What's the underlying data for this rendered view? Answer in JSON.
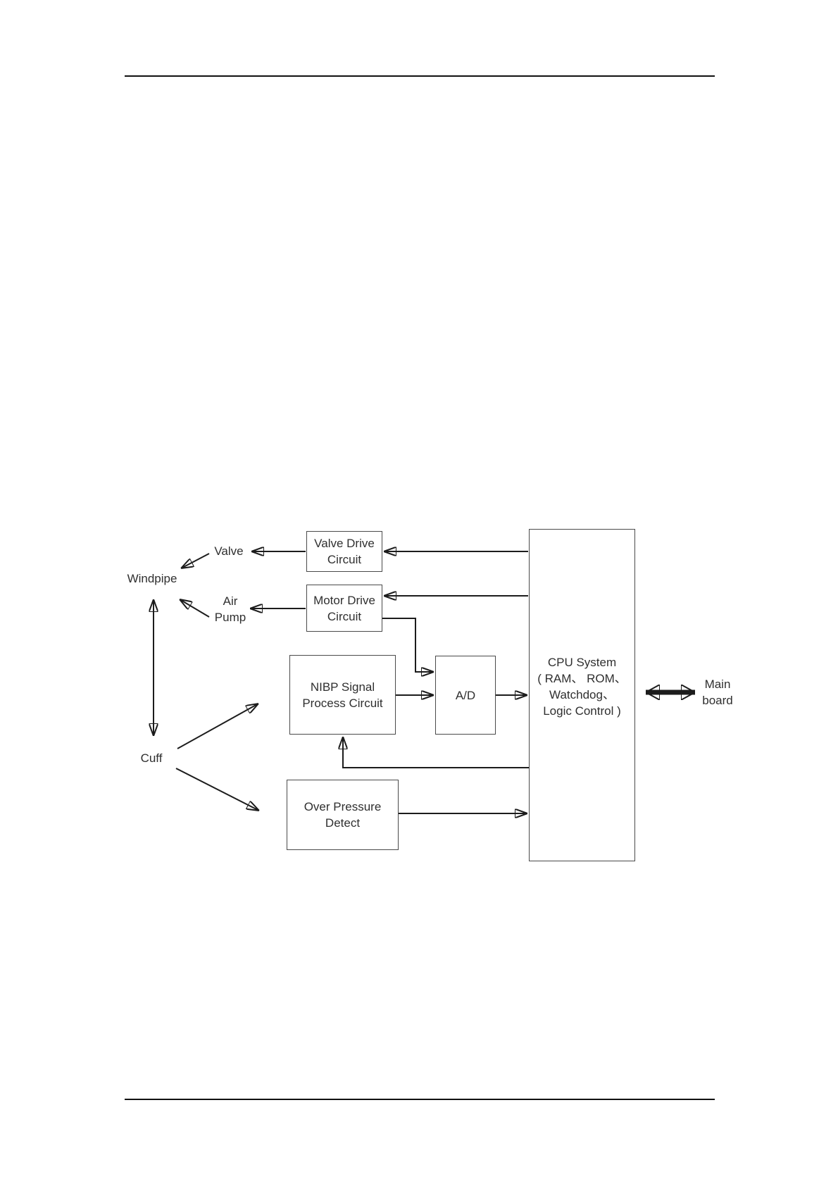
{
  "colors": {
    "ink": "#1c1c1c",
    "box_border": "#4a4a4a",
    "text": "#2f2f2f",
    "page_background": "#ffffff"
  },
  "diagram": {
    "boxes": {
      "valve_drive": {
        "line1": "Valve Drive",
        "line2": "Circuit"
      },
      "motor_drive": {
        "line1": "Motor Drive",
        "line2": "Circuit"
      },
      "nibp": {
        "line1": "NIBP Signal",
        "line2": "Process Circuit"
      },
      "ad": {
        "line1": "A/D"
      },
      "cpu": {
        "line1": "CPU System",
        "line2": "( RAM、 ROM、",
        "line3": "Watchdog、",
        "line4": "Logic Control )"
      },
      "over_pressure": {
        "line1": "Over Pressure",
        "line2": "Detect"
      }
    },
    "labels": {
      "windpipe": "Windpipe",
      "valve": "Valve",
      "air": "Air",
      "pump": "Pump",
      "cuff": "Cuff",
      "main": "Main",
      "board": "board"
    },
    "connections": [
      {
        "from": "cpu-system",
        "to": "valve-drive-circuit",
        "type": "arrow"
      },
      {
        "from": "cpu-system",
        "to": "motor-drive-circuit",
        "type": "arrow"
      },
      {
        "from": "valve-drive-circuit",
        "to": "valve",
        "type": "arrow"
      },
      {
        "from": "motor-drive-circuit",
        "to": "air-pump",
        "type": "arrow"
      },
      {
        "from": "valve",
        "to": "windpipe",
        "type": "arrow"
      },
      {
        "from": "air-pump",
        "to": "windpipe",
        "type": "arrow"
      },
      {
        "from": "windpipe",
        "to": "cuff",
        "type": "double-arrow"
      },
      {
        "from": "cuff",
        "to": "nibp-signal-process-circuit",
        "type": "arrow"
      },
      {
        "from": "cuff",
        "to": "over-pressure-detect",
        "type": "arrow"
      },
      {
        "from": "motor-drive-circuit",
        "to": "a-d",
        "type": "arrow"
      },
      {
        "from": "nibp-signal-process-circuit",
        "to": "a-d",
        "type": "arrow"
      },
      {
        "from": "a-d",
        "to": "cpu-system",
        "type": "arrow"
      },
      {
        "from": "cpu-system",
        "to": "nibp-signal-process-circuit",
        "type": "arrow"
      },
      {
        "from": "over-pressure-detect",
        "to": "cpu-system",
        "type": "arrow"
      },
      {
        "from": "cpu-system",
        "to": "main-board",
        "type": "thick-double-arrow"
      }
    ]
  }
}
